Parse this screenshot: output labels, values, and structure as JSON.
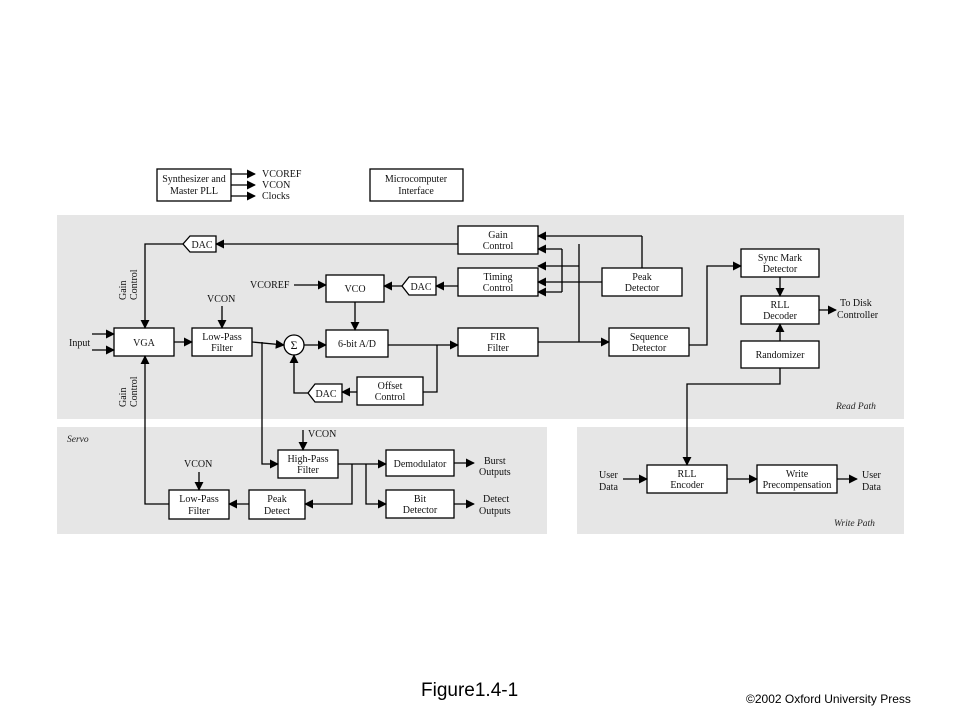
{
  "top": {
    "synth": [
      "Synthesizer and",
      "Master PLL"
    ],
    "synth_out": [
      "VCOREF",
      "VCON",
      "Clocks"
    ],
    "micro": [
      "Microcomputer",
      "Interface"
    ]
  },
  "read": {
    "title": "Read Path",
    "gain_control_label": [
      "Gain",
      "Control"
    ],
    "gain_control_label2": [
      "Gain",
      "Control"
    ],
    "input": "Input",
    "vga": "VGA",
    "lpf": [
      "Low-Pass",
      "Filter"
    ],
    "vcon": "VCON",
    "vcoref": "VCOREF",
    "sum": "Σ",
    "vco": "VCO",
    "ad": "6-bit A/D",
    "dac": "DAC",
    "offset": [
      "Offset",
      "Control"
    ],
    "gain": [
      "Gain",
      "Control"
    ],
    "timing": [
      "Timing",
      "Control"
    ],
    "fir": [
      "FIR",
      "Filter"
    ],
    "peak": [
      "Peak",
      "Detector"
    ],
    "seq": [
      "Sequence",
      "Detector"
    ],
    "sync": [
      "Sync Mark",
      "Detector"
    ],
    "rll": [
      "RLL",
      "Decoder"
    ],
    "rand": "Randomizer",
    "to_disk": [
      "To Disk",
      "Controller"
    ]
  },
  "servo": {
    "title": "Servo",
    "vcon1": "VCON",
    "vcon2": "VCON",
    "hpf": [
      "High-Pass",
      "Filter"
    ],
    "demod": "Demodulator",
    "burst": [
      "Burst",
      "Outputs"
    ],
    "bitdet": [
      "Bit",
      "Detector"
    ],
    "detect": [
      "Detect",
      "Outputs"
    ],
    "lpf": [
      "Low-Pass",
      "Filter"
    ],
    "peak": [
      "Peak",
      "Detect"
    ]
  },
  "write": {
    "title": "Write Path",
    "user_in": [
      "User",
      "Data"
    ],
    "rll": [
      "RLL",
      "Encoder"
    ],
    "precomp": [
      "Write",
      "Precompensation"
    ],
    "user_out": [
      "User",
      "Data"
    ]
  },
  "caption": "Figure1.4-1",
  "copyright": "©2002 Oxford University Press",
  "colors": {
    "panel": "#e6e6e6",
    "line": "#000000"
  }
}
